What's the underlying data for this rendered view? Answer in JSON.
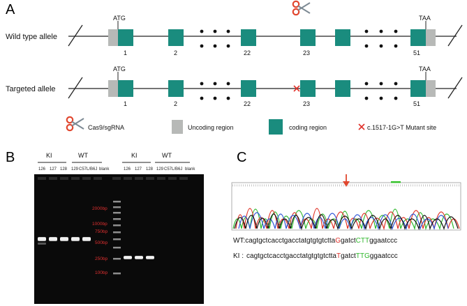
{
  "panels": {
    "a": "A",
    "b": "B",
    "c": "C"
  },
  "panel_a": {
    "rows": [
      {
        "label": "Wild type allele",
        "start_codon": "ATG",
        "stop_codon": "TAA",
        "exons": [
          "1",
          "2",
          "22",
          "23",
          "51"
        ]
      },
      {
        "label": "Targeted allele",
        "start_codon": "ATG",
        "stop_codon": "TAA",
        "exons": [
          "1",
          "2",
          "22",
          "23",
          "51"
        ]
      }
    ],
    "legend": {
      "cas9": "Cas9/sgRNA",
      "uncoding": "Uncoding region",
      "coding": "coding region",
      "mutant": "c.1517-1G>T Mutant site"
    },
    "colors": {
      "coding": "#1a8c7e",
      "uncoding": "#b7b9b7",
      "mutant": "#e0312a",
      "scissors": "#e1472f"
    }
  },
  "panel_b": {
    "groups": [
      "KI",
      "WT",
      "KI",
      "WT"
    ],
    "lanes_left": [
      "126",
      "127",
      "128",
      "129",
      "C57L/B6J",
      "blank"
    ],
    "lanes_right": [
      "126",
      "127",
      "128",
      "129",
      "C57L/B6J",
      "blank"
    ],
    "ladder": [
      "2000bp",
      "1000bp",
      "750bp",
      "500bp",
      "250bp",
      "100bp"
    ]
  },
  "panel_c": {
    "wt_prefix": "WT:",
    "wt_seq": "cagtgctcacctgacctatgtgtgtctta",
    "wt_mut": "G",
    "wt_mid": "gatct",
    "wt_green": "CTT",
    "wt_end": "ggaatccc",
    "ki_prefix": "KI :",
    "ki_seq": "cagtgctcacctgacctatgtgtgtctta",
    "ki_mut": "T",
    "ki_mid": "gatct",
    "ki_green": "TTG",
    "ki_end": "ggaatccc"
  }
}
